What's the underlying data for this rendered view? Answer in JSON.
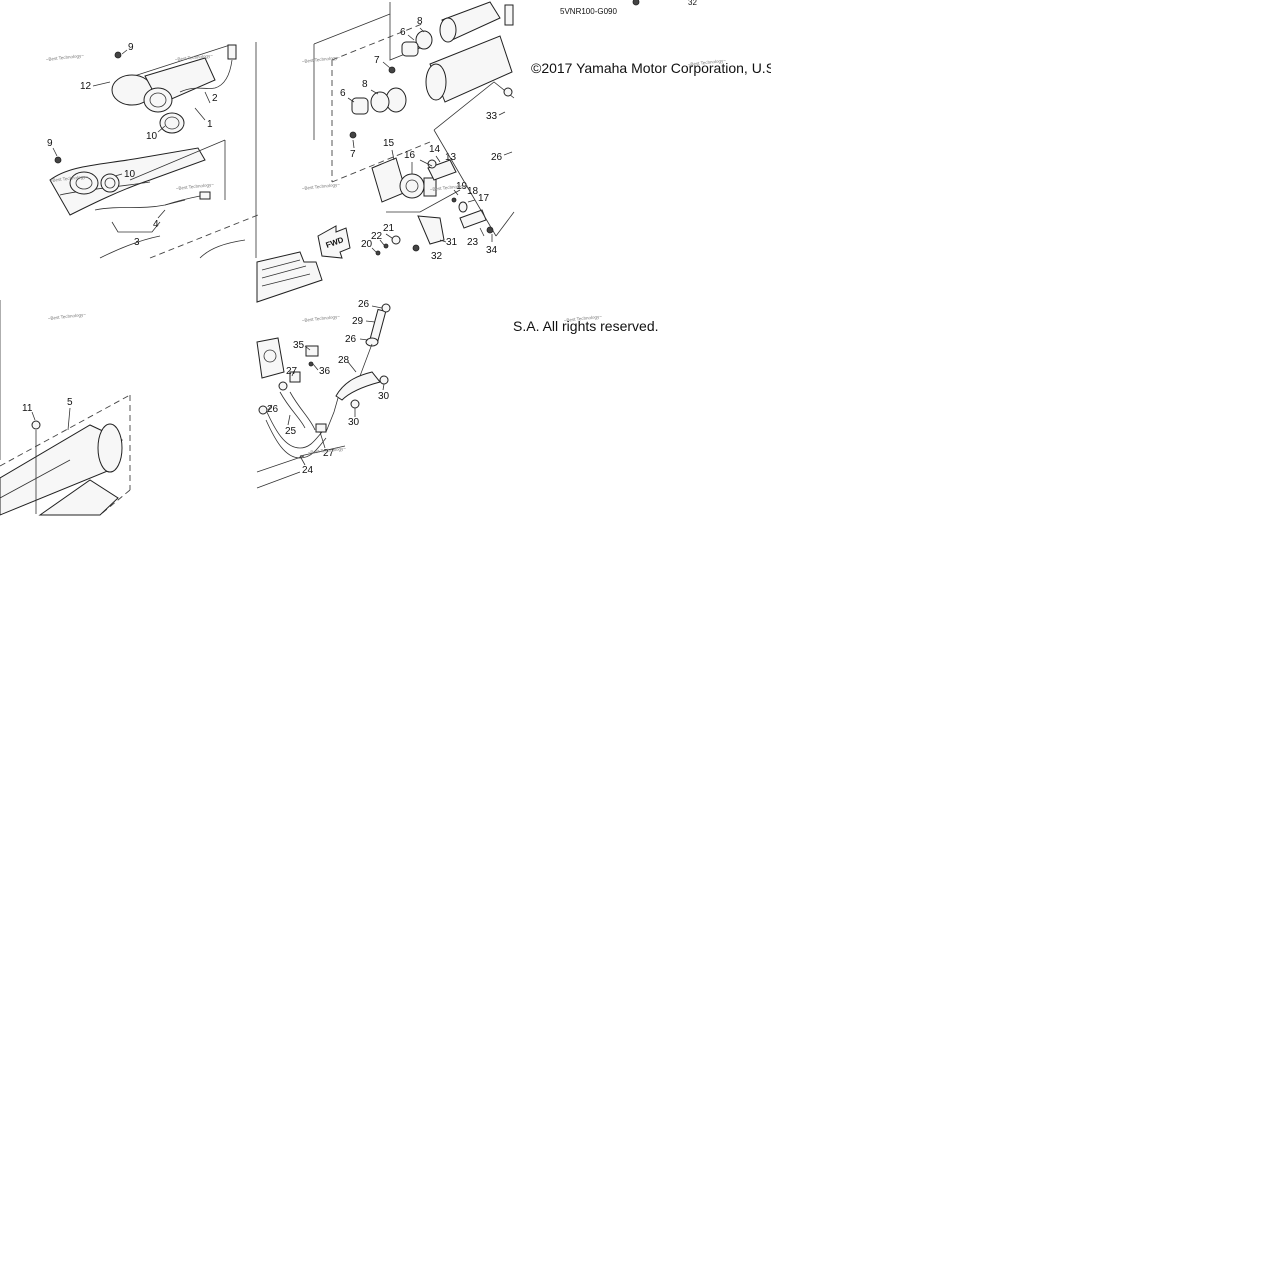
{
  "diagram": {
    "code": "5VNR100-G090",
    "fwd_label": "FWD",
    "watermark": "~Best Technology~",
    "copyright_part1": "©2017 Yamaha Motor Corporation, U.S",
    "copyright_part2": "S.A. All rights reserved."
  },
  "callouts": {
    "tl": [
      {
        "n": "9"
      },
      {
        "n": "12"
      },
      {
        "n": "2"
      },
      {
        "n": "1"
      },
      {
        "n": "10"
      },
      {
        "n": "9"
      },
      {
        "n": "10"
      },
      {
        "n": "4"
      },
      {
        "n": "3"
      }
    ],
    "tm": [
      {
        "n": "8"
      },
      {
        "n": "6"
      },
      {
        "n": "7"
      },
      {
        "n": "8"
      },
      {
        "n": "6"
      },
      {
        "n": "7"
      },
      {
        "n": "15"
      },
      {
        "n": "16"
      },
      {
        "n": "14"
      },
      {
        "n": "13"
      },
      {
        "n": "19"
      },
      {
        "n": "18"
      },
      {
        "n": "17"
      },
      {
        "n": "21"
      },
      {
        "n": "22"
      },
      {
        "n": "20"
      },
      {
        "n": "31"
      },
      {
        "n": "23"
      },
      {
        "n": "34"
      },
      {
        "n": "32"
      },
      {
        "n": "33"
      },
      {
        "n": "26"
      },
      {
        "n": "32"
      }
    ],
    "bl": [
      {
        "n": "11"
      },
      {
        "n": "5"
      }
    ],
    "bm": [
      {
        "n": "26"
      },
      {
        "n": "29"
      },
      {
        "n": "26"
      },
      {
        "n": "35"
      },
      {
        "n": "28"
      },
      {
        "n": "27"
      },
      {
        "n": "36"
      },
      {
        "n": "30"
      },
      {
        "n": "26"
      },
      {
        "n": "30"
      },
      {
        "n": "25"
      },
      {
        "n": "27"
      },
      {
        "n": "24"
      }
    ]
  }
}
